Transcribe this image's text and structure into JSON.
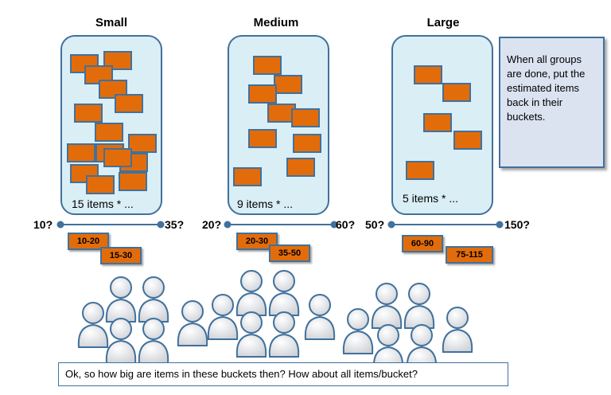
{
  "buckets": [
    {
      "title": "Small",
      "count_text": "15 items * ...",
      "range_low": "10?",
      "range_high": "35?",
      "estimates": [
        "10-20",
        "15-30"
      ]
    },
    {
      "title": "Medium",
      "count_text": "9 items * ...",
      "range_low": "20?",
      "range_high": "60?",
      "estimates": [
        "20-30",
        "35-50"
      ]
    },
    {
      "title": "Large",
      "count_text": "5 items * ...",
      "range_low": "50?",
      "range_high": "150?",
      "estimates": [
        "60-90",
        "75-115"
      ]
    }
  ],
  "note": "When all groups are done, put the estimated items back in their buckets.",
  "question": "Ok, so how big are items in these buckets then? How about all items/bucket?",
  "colors": {
    "card": "#e36c0a",
    "bucket_fill": "#daeef6",
    "border": "#41719c",
    "note_fill": "#dbe3f0"
  }
}
